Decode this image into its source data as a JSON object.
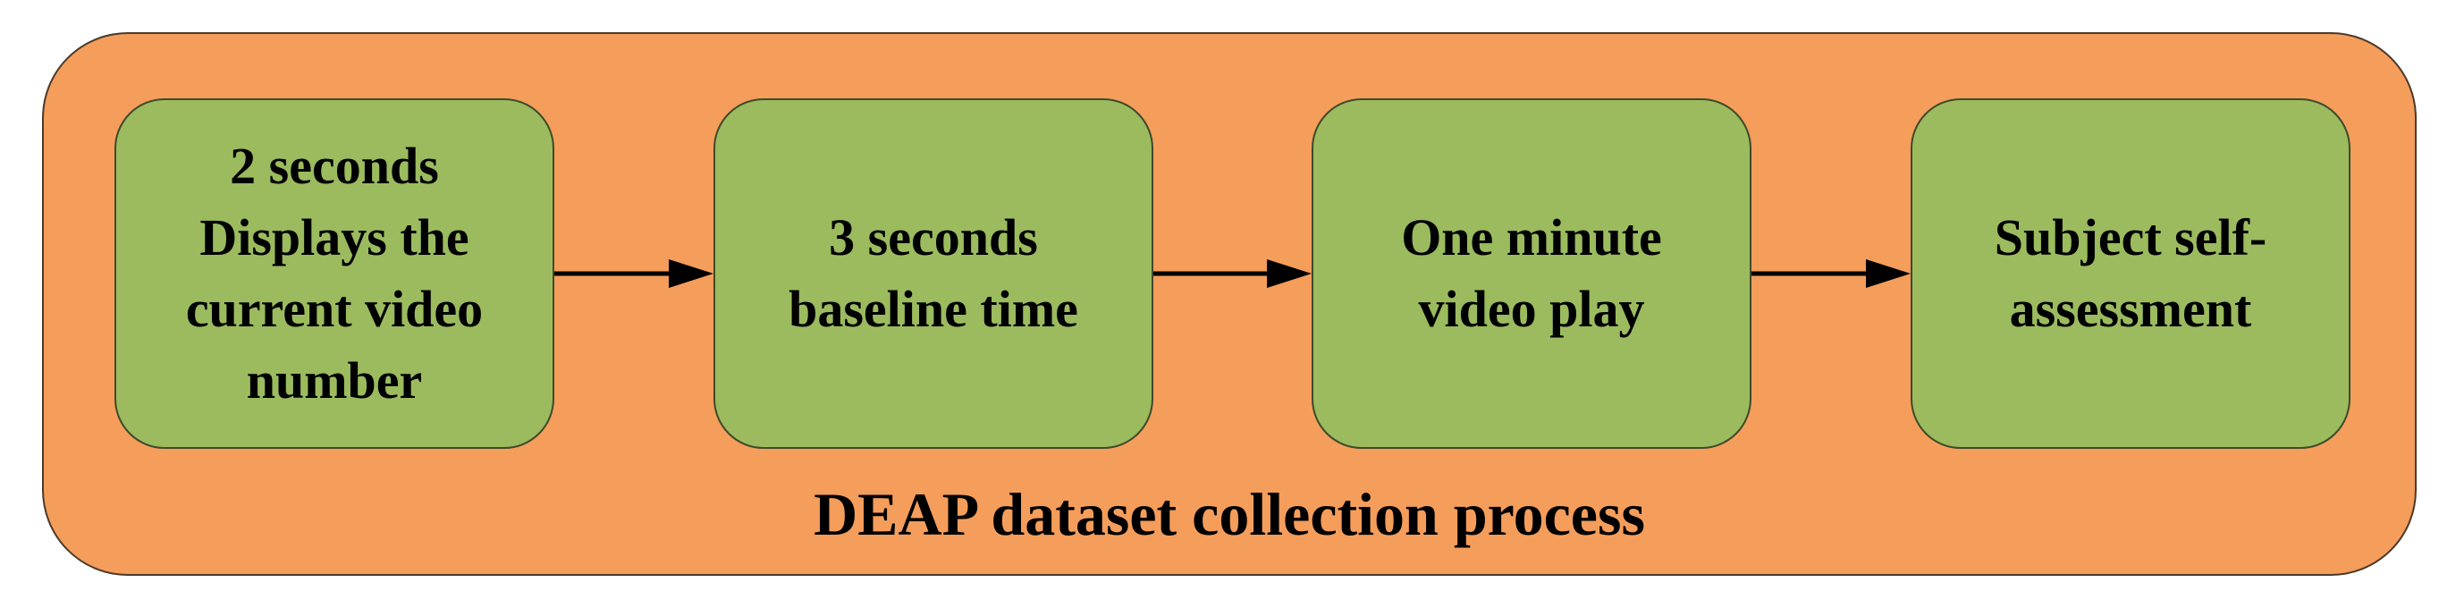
{
  "diagram": {
    "caption": "DEAP dataset collection process",
    "steps": [
      {
        "label": "2 seconds\nDisplays the\ncurrent video\nnumber"
      },
      {
        "label": "3 seconds\nbaseline time"
      },
      {
        "label": "One minute\nvideo play"
      },
      {
        "label": "Subject self-\nassessment"
      }
    ]
  },
  "colors": {
    "outer_fill": "#F59D5B",
    "step_fill": "#9BBB5E",
    "arrow": "#000000"
  }
}
